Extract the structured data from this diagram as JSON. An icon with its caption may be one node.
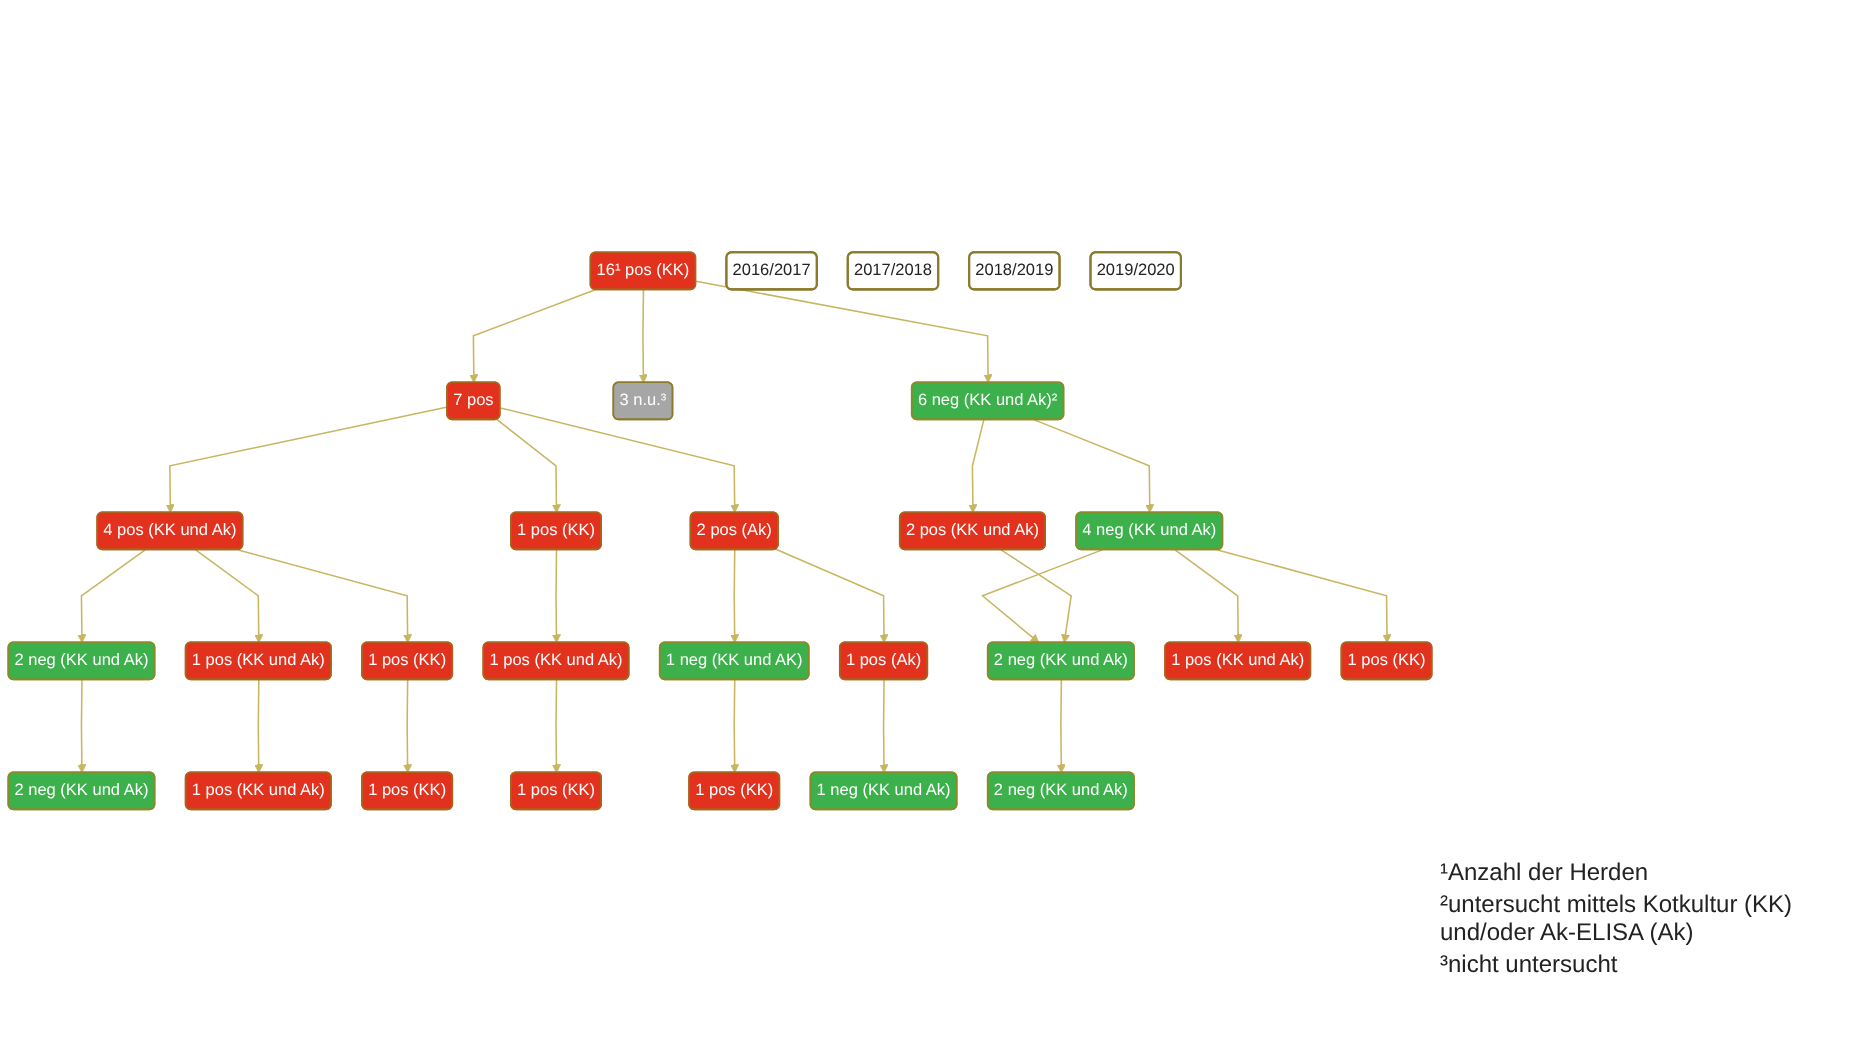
{
  "diagram": {
    "nodes": [
      {
        "text": [
          "2016/2017"
        ]
      },
      {
        "text": [
          "16¹ pos (KK)"
        ]
      },
      {
        "text": [
          "6 neg (KK und Ak)²"
        ]
      },
      {
        "text": [
          "3 n.u.³"
        ]
      },
      {
        "text": [
          "7 pos"
        ]
      },
      {
        "text": [
          "2017/2018"
        ]
      },
      {
        "text": [
          "2 pos (Ak)"
        ]
      },
      {
        "text": [
          "1 pos (KK)"
        ]
      },
      {
        "text": [
          "4 pos (KK und Ak)"
        ]
      },
      {
        "text": [
          "2018/2019"
        ]
      },
      {
        "text": [
          "4 neg (KK und Ak)"
        ]
      },
      {
        "text": [
          "2 pos (KK und Ak)"
        ]
      },
      {
        "text": [
          "1 pos (Ak)"
        ]
      },
      {
        "text": [
          "1 neg (KK und AK)"
        ]
      },
      {
        "text": [
          "1 pos (KK und Ak)"
        ]
      },
      {
        "text": [
          "1 pos (KK)"
        ]
      },
      {
        "text": [
          "1 pos (KK und Ak)"
        ]
      },
      {
        "text": [
          "2 neg (KK und Ak)"
        ]
      },
      {
        "text": [
          "2 neg (KK und Ak)"
        ]
      },
      {
        "text": [
          "1 neg (KK und Ak)"
        ]
      },
      {
        "text": [
          "1 pos (KK)"
        ]
      },
      {
        "text": [
          "1 pos (KK)"
        ]
      },
      {
        "text": [
          "2 neg (KK und Ak)"
        ]
      },
      {
        "text": [
          "1 pos (KK und Ak)"
        ]
      },
      {
        "text": [
          "1 pos (KK)"
        ]
      },
      {
        "text": [
          "2 neg (KK und Ak)"
        ]
      },
      {
        "text": [
          "2019/2020"
        ]
      },
      {
        "text": [
          "1 pos (KK)"
        ]
      },
      {
        "text": [
          "1 pos (KK und Ak)"
        ]
      }
    ],
    "edges": [
      {
        "from": 1,
        "to": 2,
        "arrow": "to"
      },
      {
        "from": 1,
        "to": 3,
        "arrow": "to"
      },
      {
        "from": 1,
        "to": 4,
        "arrow": "to"
      },
      {
        "from": 4,
        "to": 6,
        "arrow": "to"
      },
      {
        "from": 4,
        "to": 7,
        "arrow": "to"
      },
      {
        "from": 4,
        "to": 8,
        "arrow": "to"
      },
      {
        "from": 2,
        "to": 10,
        "arrow": "to"
      },
      {
        "from": 2,
        "to": 11,
        "arrow": "to"
      },
      {
        "from": 6,
        "to": 12,
        "arrow": "to"
      },
      {
        "from": 6,
        "to": 13,
        "arrow": "to"
      },
      {
        "from": 7,
        "to": 14,
        "arrow": "to"
      },
      {
        "from": 8,
        "to": 15,
        "arrow": "to"
      },
      {
        "from": 8,
        "to": 16,
        "arrow": "to"
      },
      {
        "from": 8,
        "to": 17,
        "arrow": "to"
      },
      {
        "from": 10,
        "to": 18,
        "arrow": "to"
      },
      {
        "from": 11,
        "to": 18,
        "arrow": "to"
      },
      {
        "from": 12,
        "to": 19,
        "arrow": "to"
      },
      {
        "from": 13,
        "to": 20,
        "arrow": "to"
      },
      {
        "from": 14,
        "to": 21,
        "arrow": "to"
      },
      {
        "from": 17,
        "to": 22,
        "arrow": "to"
      },
      {
        "from": 10,
        "to": 23,
        "arrow": "to"
      },
      {
        "from": 10,
        "to": 24,
        "arrow": "to"
      },
      {
        "from": 18,
        "to": 25,
        "arrow": "to"
      },
      {
        "from": 15,
        "to": 27,
        "arrow": "to"
      },
      {
        "from": 16,
        "to": 28,
        "arrow": "to"
      }
    ],
    "labels": [
      "¹Anzahl der Herden",
      "²untersucht mittels Kotkultur (KK) und/oder Ak-ELISA (Ak)",
      "³nicht untersucht"
    ]
  }
}
